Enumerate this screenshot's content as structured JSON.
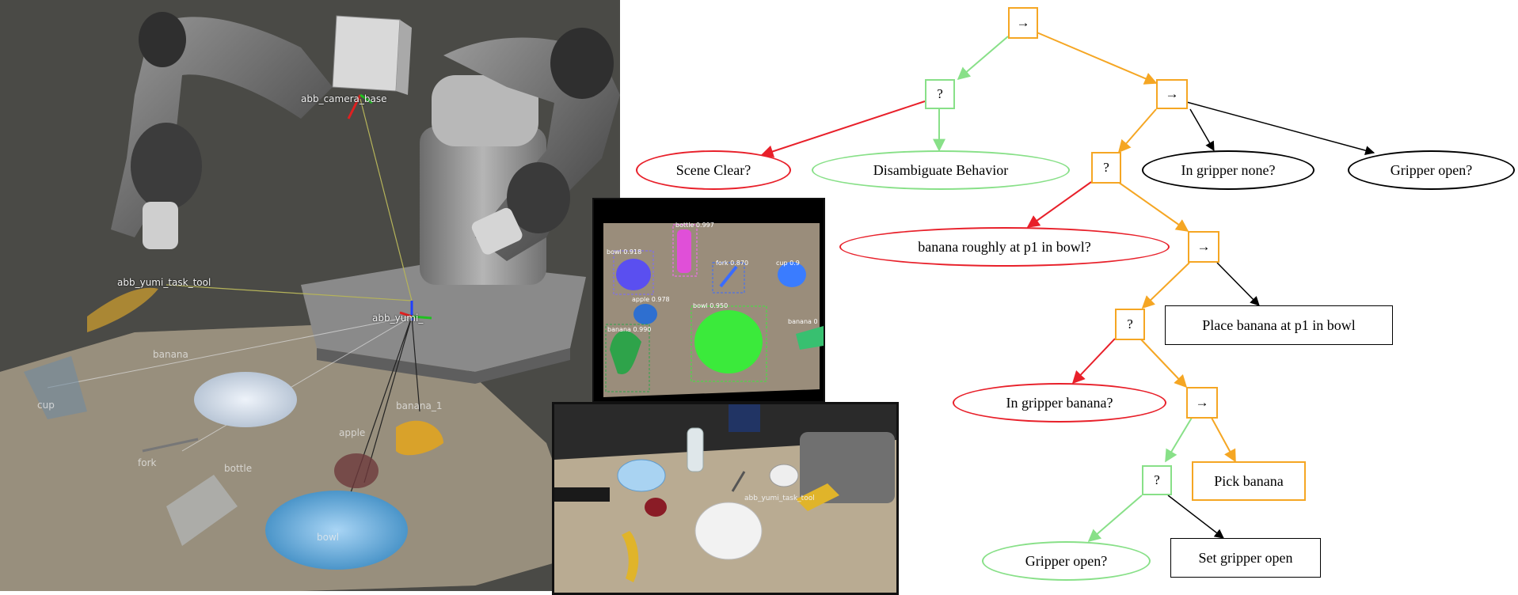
{
  "scene": {
    "frame_labels": {
      "camera": "abb_camera_base",
      "task_tool": "abb_yumi_task_tool",
      "base": "abb_yumi_"
    },
    "object_labels": {
      "banana_top": "banana",
      "cup": "cup",
      "banana_1": "banana_1",
      "apple": "apple",
      "fork": "fork",
      "bottle": "bottle",
      "bowl": "bowl"
    }
  },
  "detection": {
    "labels": {
      "bowl_top": "bowl 0.918",
      "bottle": "bottle 0.997",
      "fork": "fork 0.870",
      "cup": "cup 0.9",
      "apple": "apple 0.978",
      "bowl": "bowl 0.950",
      "banana_right": "banana 0",
      "banana": "banana 0.990"
    }
  },
  "camera": {
    "label": "abb_yumi_task_tool"
  },
  "tree": {
    "sequence_symbol": "→",
    "fallback_symbol": "?",
    "nodes": {
      "scene_clear": "Scene Clear?",
      "disambiguate": "Disambiguate Behavior",
      "in_gripper_none": "In gripper none?",
      "gripper_open_top": "Gripper open?",
      "banana_in_bowl": "banana roughly at p1 in bowl?",
      "place_banana": "Place banana at p1 in bowl",
      "in_gripper_banana": "In gripper banana?",
      "pick_banana": "Pick banana",
      "gripper_open_bottom": "Gripper open?",
      "set_gripper_open": "Set gripper open"
    },
    "colors": {
      "orange": "#f5a623",
      "green": "#88e088",
      "red": "#e8202a",
      "black": "#000000"
    }
  }
}
